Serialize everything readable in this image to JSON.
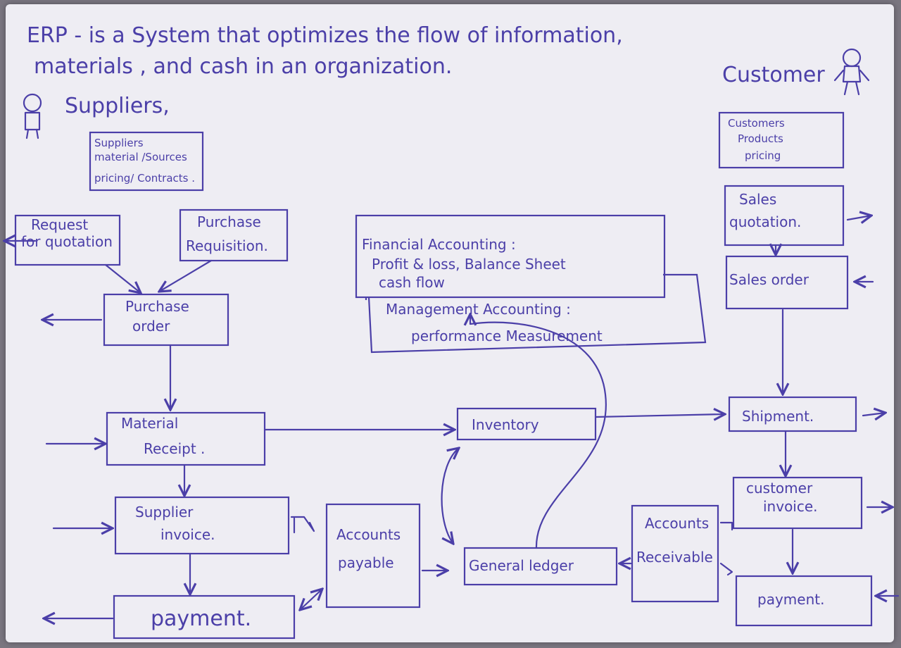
{
  "title": {
    "line1": "ERP - is a System that optimizes the flow of information,",
    "line2": "materials , and cash in an organization."
  },
  "actors": {
    "suppliers": "Suppliers,",
    "customer": "Customer"
  },
  "notes": {
    "suppliers_master": [
      "Suppliers",
      "material /Sources",
      "pricing/ Contracts ."
    ],
    "customers_master": [
      "Customers",
      "Products",
      "pricing"
    ]
  },
  "nodes": {
    "request_for_quotation": [
      "Request",
      "for quotation"
    ],
    "purchase_requisition": [
      "Purchase",
      "Requisition."
    ],
    "purchase_order": [
      "Purchase",
      "order"
    ],
    "material_receipt": [
      "Material",
      "Receipt ."
    ],
    "supplier_invoice": [
      "Supplier",
      "invoice."
    ],
    "payment_out": "payment.",
    "accounts_payable": [
      "Accounts",
      "payable"
    ],
    "general_ledger": "General ledger",
    "inventory": "Inventory",
    "financial_accounting": [
      "Financial Accounting :",
      "Profit & loss, Balance Sheet",
      "cash flow"
    ],
    "management_accounting": [
      "Management Accounting :",
      "performance Measurement"
    ],
    "sales_quotation": [
      "Sales",
      "quotation."
    ],
    "sales_order": "Sales order",
    "shipment": "Shipment.",
    "customer_invoice": [
      "customer",
      "invoice."
    ],
    "accounts_receivable": [
      "Accounts",
      "Receivable"
    ],
    "payment_in": "payment."
  }
}
